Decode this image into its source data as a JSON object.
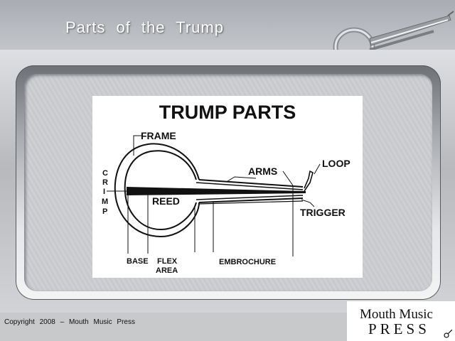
{
  "slide": {
    "title": "Parts of the Trump",
    "copyright": "Copyright 2008 – Mouth Music Press"
  },
  "logo": {
    "line1": "Mouth Music",
    "line2": "PRESS"
  },
  "diagram": {
    "title": "TRUMP PARTS",
    "labels": {
      "frame": "FRAME",
      "arms": "ARMS",
      "loop": "LOOP",
      "reed": "REED",
      "trigger": "TRIGGER",
      "base": "BASE",
      "flex_line1": "FLEX",
      "flex_line2": "AREA",
      "embrochure": "EMBROCHURE",
      "crimp_letters": [
        "C",
        "R",
        "I",
        "M",
        "P"
      ]
    }
  }
}
